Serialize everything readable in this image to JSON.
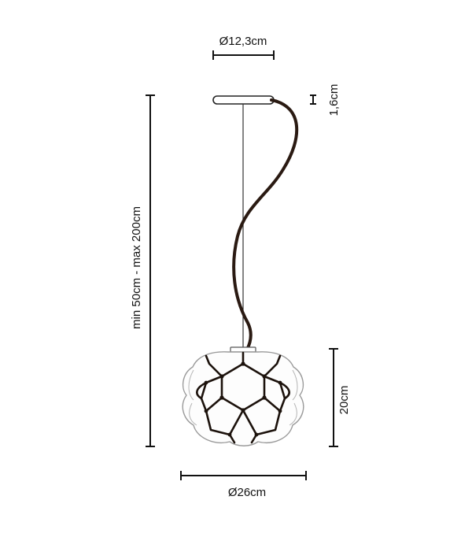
{
  "dimensions": {
    "canopy_diameter": "Ø12,3cm",
    "canopy_height": "1,6cm",
    "suspension_length": "min 50cm - max 200cm",
    "shade_height": "20cm",
    "shade_diameter": "Ø26cm"
  },
  "colors": {
    "line": "#111111",
    "cable": "#2a1a12",
    "shade_outline": "#9a9a9a",
    "shade_cage": "#1c120c"
  }
}
